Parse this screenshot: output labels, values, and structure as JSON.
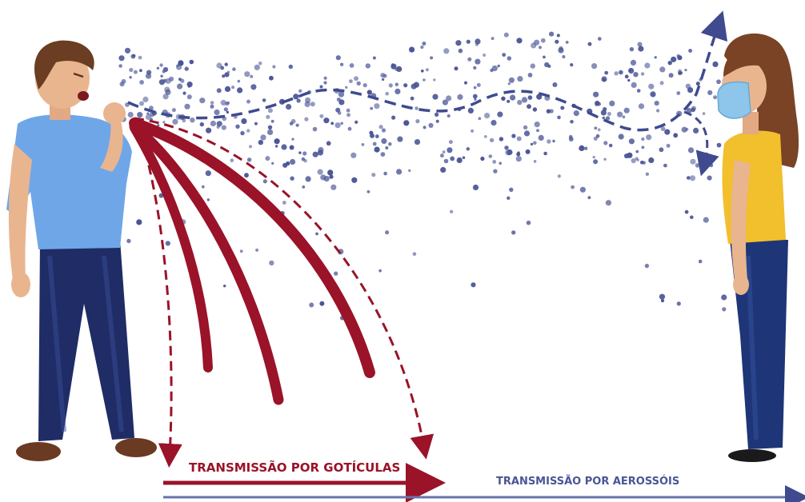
{
  "labels": {
    "droplets": "TRANSMISSÃO POR GOTÍCULAS",
    "aerosols": "TRANSMISSÃO POR AEROSSÓIS"
  },
  "colors": {
    "droplet_red": "#9a1328",
    "aerosol_blue": "#4a5596",
    "aerosol_line": "#6b72ad",
    "man_shirt": "#6fa6e8",
    "man_jeans": "#1f2c66",
    "woman_top": "#f2bf2d",
    "woman_jeans": "#1e3577",
    "mask": "#8ec5ea",
    "skin": "#e9b58f",
    "hair_man": "#6b3d22",
    "hair_woman": "#7a4325"
  },
  "figures": {
    "left": "man-coughing",
    "right": "woman-wearing-mask"
  }
}
